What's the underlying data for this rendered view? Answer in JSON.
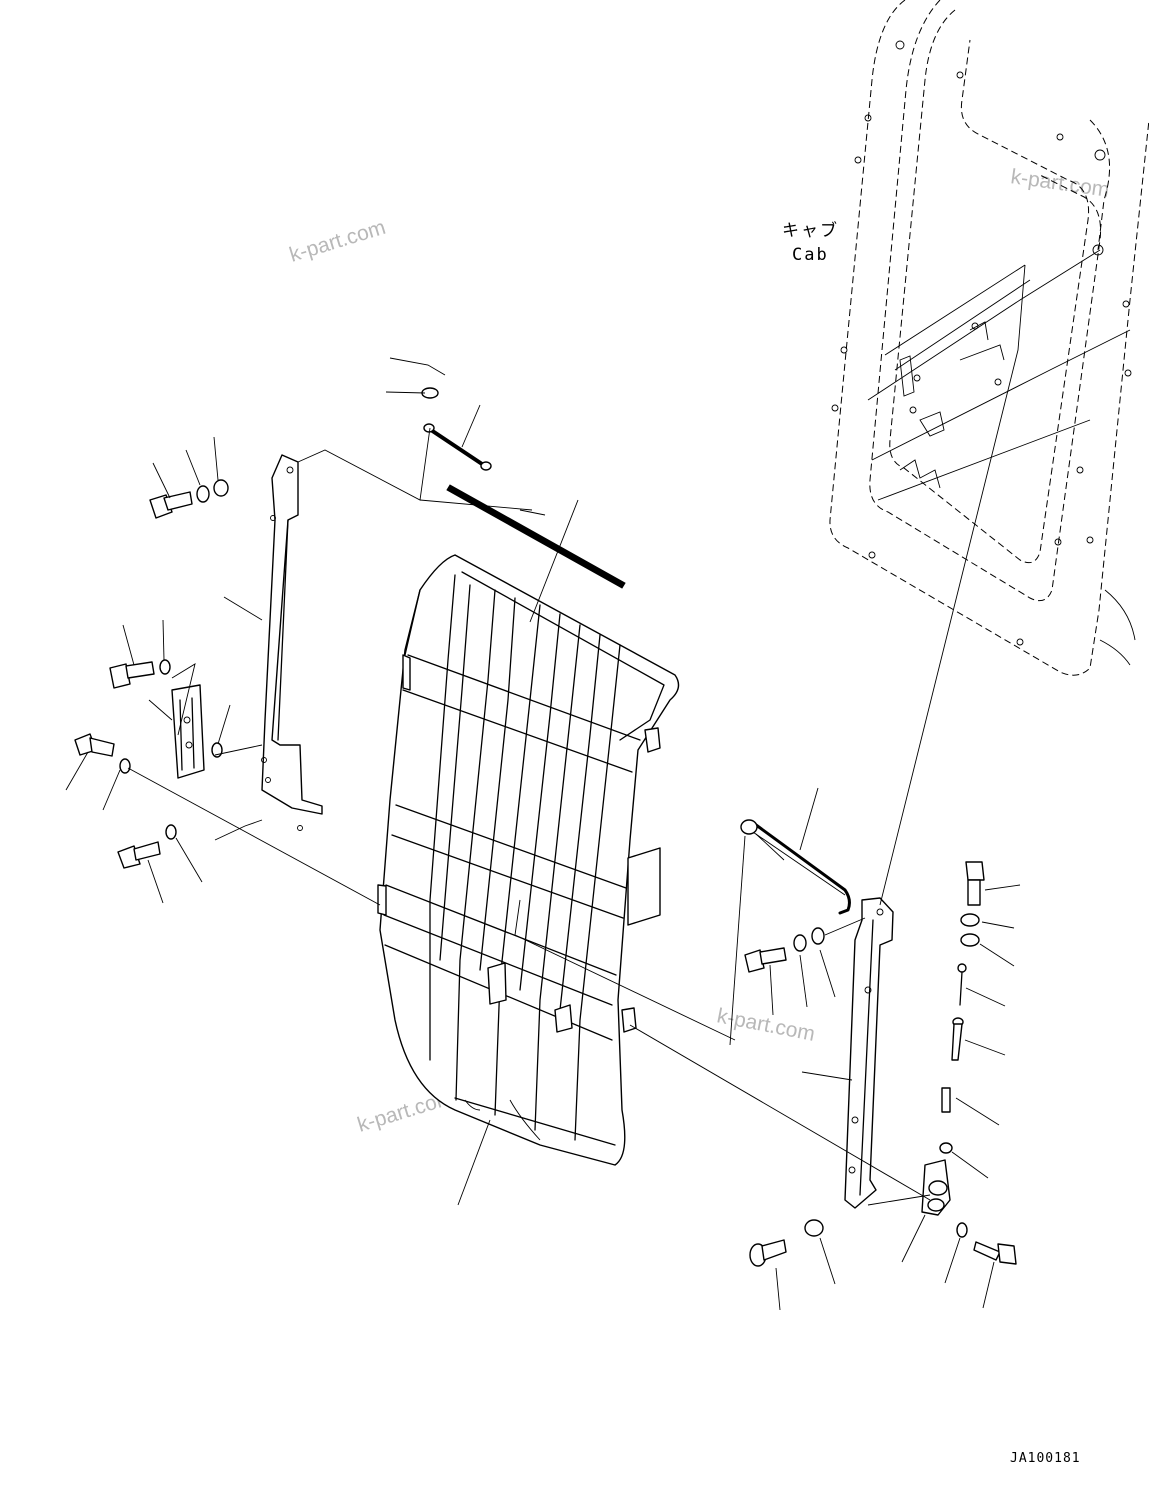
{
  "cab_label": {
    "jp": "キャブ",
    "en": "Cab"
  },
  "watermarks": [
    "k-part.com",
    "k-part.com",
    "k-part.com",
    "k-part.com"
  ],
  "figure_code": "JA100181"
}
